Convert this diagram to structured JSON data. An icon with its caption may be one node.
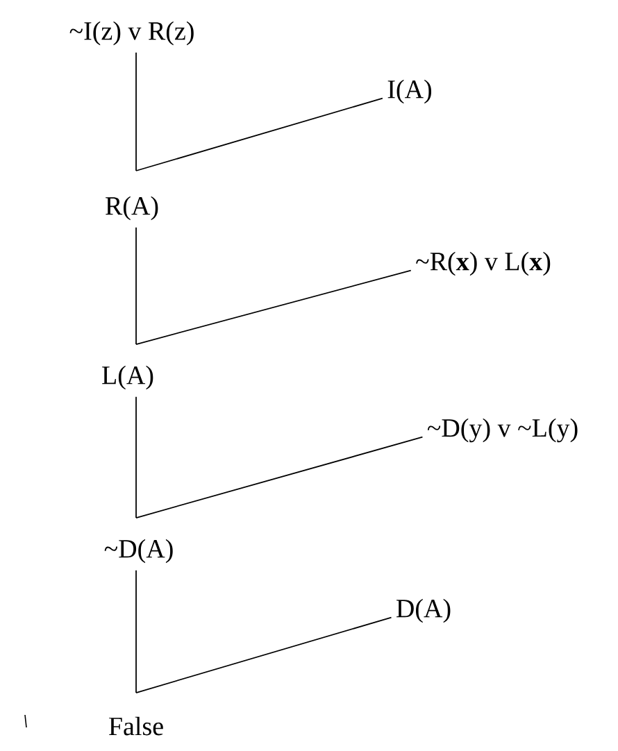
{
  "diagram": {
    "nodes": [
      {
        "text": [
          "~I(z) v R(z)"
        ]
      },
      {
        "text": [
          "I(A)"
        ]
      },
      {
        "text": [
          "R(A)"
        ]
      },
      {
        "text": [
          "~R(**x**) v L(**x**)"
        ]
      },
      {
        "text": [
          "L(A)"
        ]
      },
      {
        "text": [
          "~D(y) v ~L(y)"
        ]
      },
      {
        "text": [
          "~D(A)"
        ]
      },
      {
        "text": [
          "D(A)"
        ]
      },
      {
        "text": [
          "False"
        ]
      }
    ],
    "edges": [
      {
        "from": 0,
        "to": 2,
        "arrow": "none"
      },
      {
        "from": 1,
        "to": 2,
        "arrow": "none"
      },
      {
        "from": 2,
        "to": 4,
        "arrow": "none"
      },
      {
        "from": 3,
        "to": 4,
        "arrow": "none"
      },
      {
        "from": 4,
        "to": 6,
        "arrow": "none"
      },
      {
        "from": 5,
        "to": 6,
        "arrow": "none"
      },
      {
        "from": 6,
        "to": 8,
        "arrow": "none"
      },
      {
        "from": 7,
        "to": 8,
        "arrow": "none"
      }
    ]
  }
}
